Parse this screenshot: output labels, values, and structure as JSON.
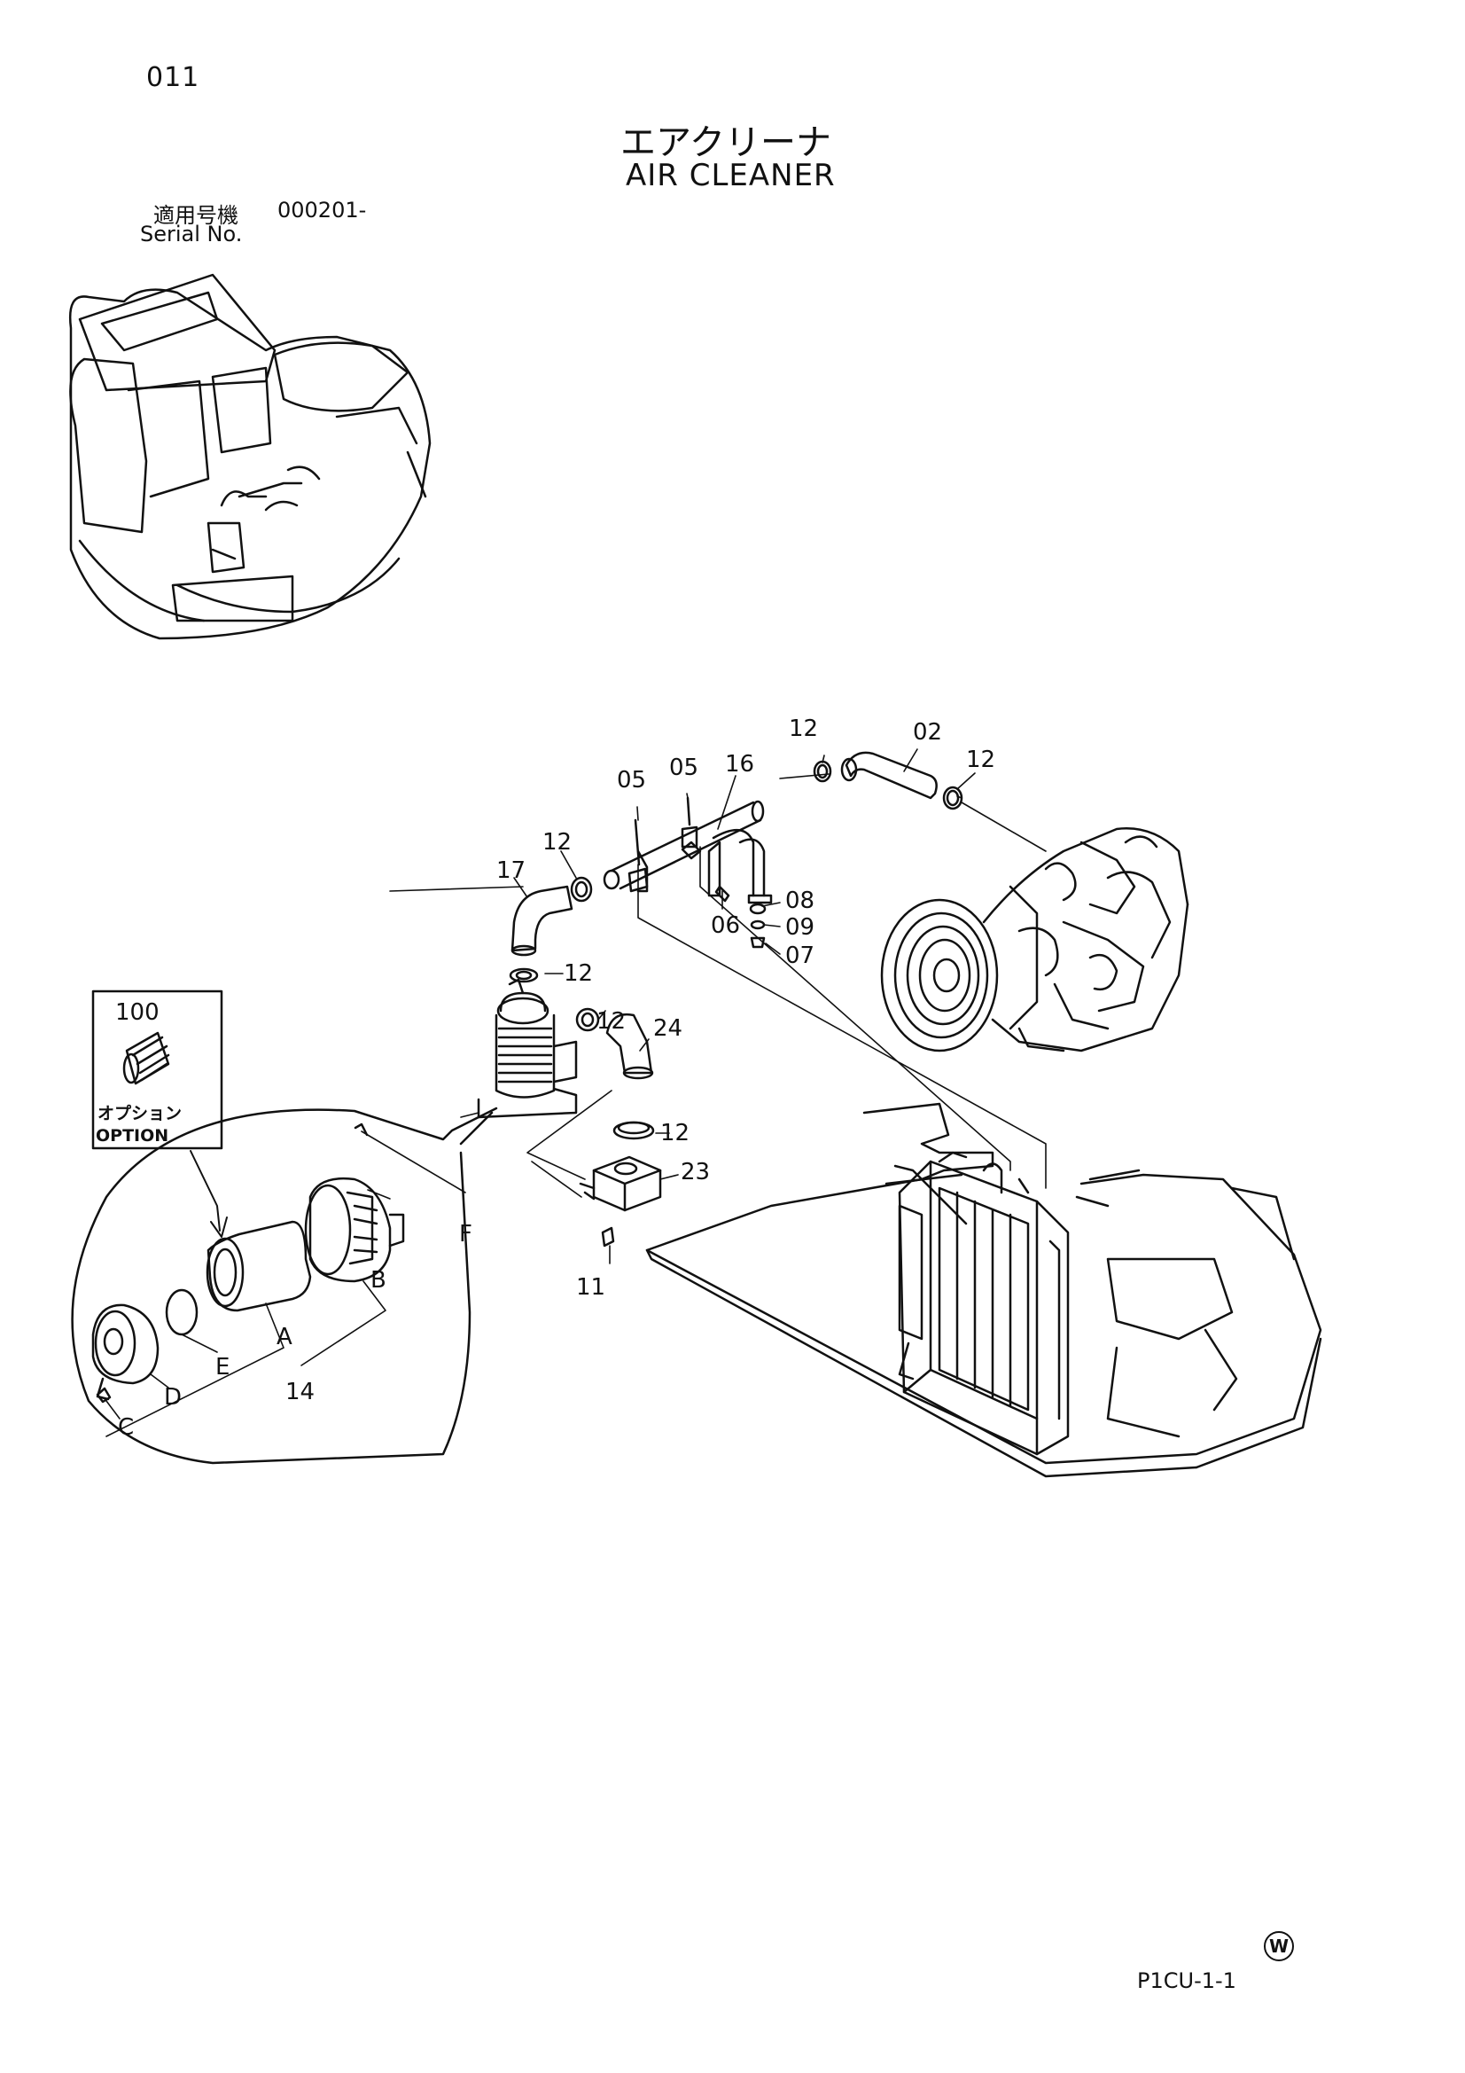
{
  "page_number": "011",
  "title_jp": "エアクリーナ",
  "title_en": "AIR CLEANER",
  "serial": {
    "label_jp": "適用号機",
    "value": "000201-",
    "label_en": "Serial No."
  },
  "doc_ref": "P1CU-1-1",
  "mark": "W",
  "option_box": {
    "part": "100",
    "label_jp": "オプション",
    "label_en": "OPTION"
  },
  "callouts": {
    "c12a": "12",
    "c02": "02",
    "c12b": "12",
    "c05a": "05",
    "c05b": "05",
    "c16": "16",
    "c12c": "12",
    "c17": "17",
    "c08": "08",
    "c06": "06",
    "c09": "09",
    "c07": "07",
    "c12d": "12",
    "c12e": "12",
    "c24": "24",
    "c12f": "12",
    "c23": "23",
    "c11": "11",
    "cF": "F",
    "cB": "B",
    "cA": "A",
    "cE": "E",
    "cD": "D",
    "c14": "14",
    "cC": "C"
  }
}
